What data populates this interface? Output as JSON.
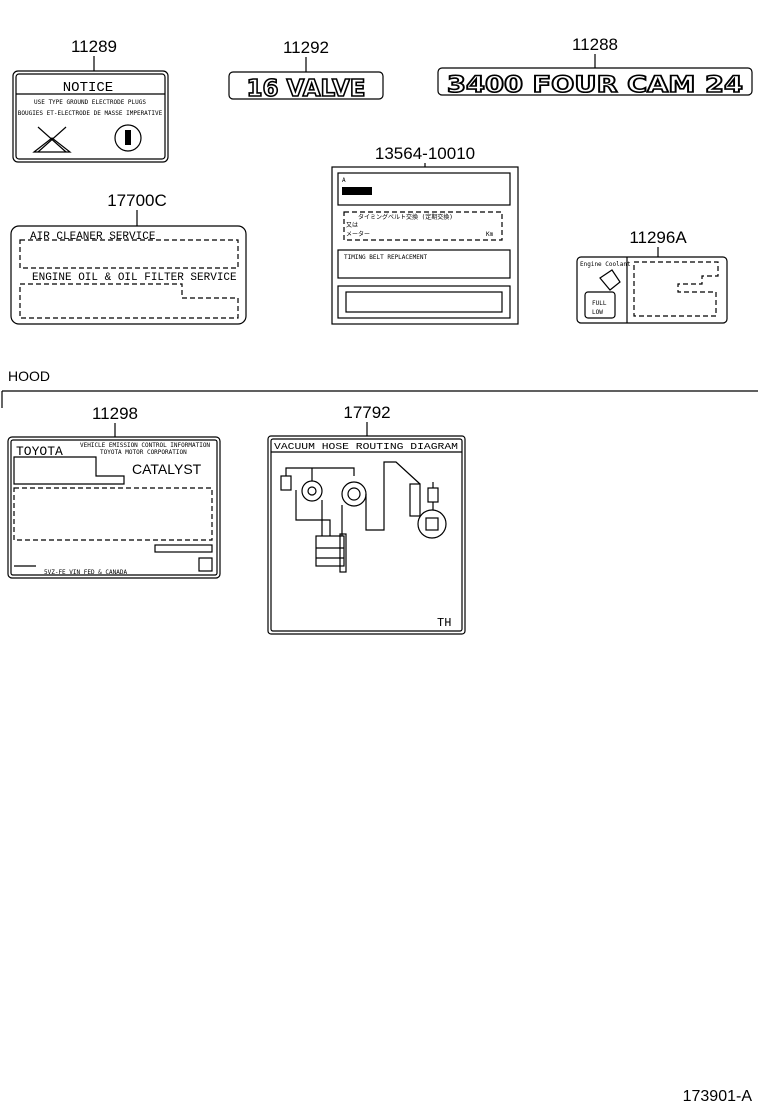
{
  "parts": {
    "p11289": {
      "number": "11289",
      "title": "NOTICE",
      "line1": "USE TYPE GROUND ELECTRODE PLUGS",
      "line2": "BOUGIES ET-ELECTRODE DE MASSE IMPERATIVE"
    },
    "p11292": {
      "number": "11292",
      "badge": "16 VALVE"
    },
    "p11288": {
      "number": "11288",
      "badge": "3400 FOUR CAM 24"
    },
    "p13564": {
      "number": "13564-10010",
      "tag": "A",
      "kanji": "タイミングベルト交換 (定期交換)",
      "row1": "又は",
      "row2": "メーター",
      "unit": "Km",
      "belt": "TIMING BELT REPLACEMENT"
    },
    "p17700c": {
      "number": "17700C",
      "air": "AIR  CLEANER  SERVICE",
      "oil": "ENGINE OIL & OIL FILTER SERVICE"
    },
    "p11296a": {
      "number": "11296A",
      "title": "Engine Coolant",
      "full": "FULL",
      "low": "LOW"
    },
    "p11298": {
      "number": "11298",
      "brand": "TOYOTA",
      "heading1": "VEHICLE EMISSION CONTROL INFORMATION",
      "heading2": "TOYOTA MOTOR CORPORATION",
      "catalyst": "CATALYST",
      "footer": "5VZ-FE VIN FED & CANADA"
    },
    "p17792": {
      "number": "17792",
      "title": "VACUUM HOSE ROUTING DIAGRAM",
      "corner": "TH"
    }
  },
  "section_label": "HOOD",
  "figure_id": "173901-A"
}
